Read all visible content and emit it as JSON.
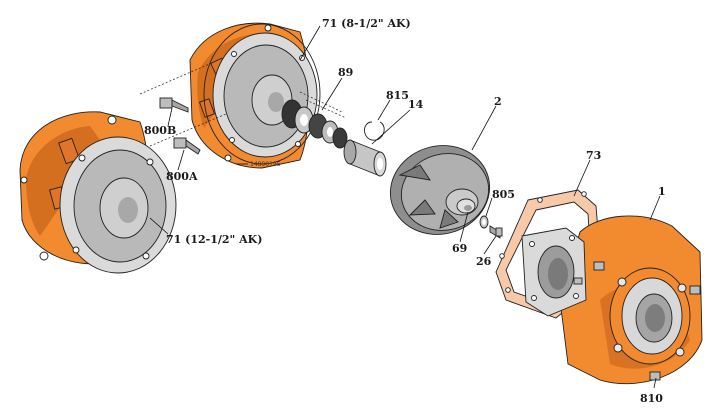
{
  "diagram": {
    "drawing_number": "14890195",
    "callouts": [
      {
        "id": "c-71-small",
        "text": "71 (8-1/2\" AK)"
      },
      {
        "id": "c-89",
        "text": "89"
      },
      {
        "id": "c-815",
        "text": "815"
      },
      {
        "id": "c-14",
        "text": "14"
      },
      {
        "id": "c-2",
        "text": "2"
      },
      {
        "id": "c-800b",
        "text": "800B"
      },
      {
        "id": "c-800a",
        "text": "800A"
      },
      {
        "id": "c-71-large",
        "text": "71 (12-1/2\" AK)"
      },
      {
        "id": "c-73",
        "text": "73"
      },
      {
        "id": "c-1",
        "text": "1"
      },
      {
        "id": "c-805",
        "text": "805"
      },
      {
        "id": "c-69",
        "text": "69"
      },
      {
        "id": "c-26",
        "text": "26"
      },
      {
        "id": "c-810",
        "text": "810"
      }
    ],
    "colors": {
      "casting": "#F28A30",
      "casting_dark": "#C8641A",
      "machined": "#B9B9B9",
      "machined_light": "#DADADA",
      "gasket": "#F6C9A8",
      "outline": "#222222"
    }
  }
}
